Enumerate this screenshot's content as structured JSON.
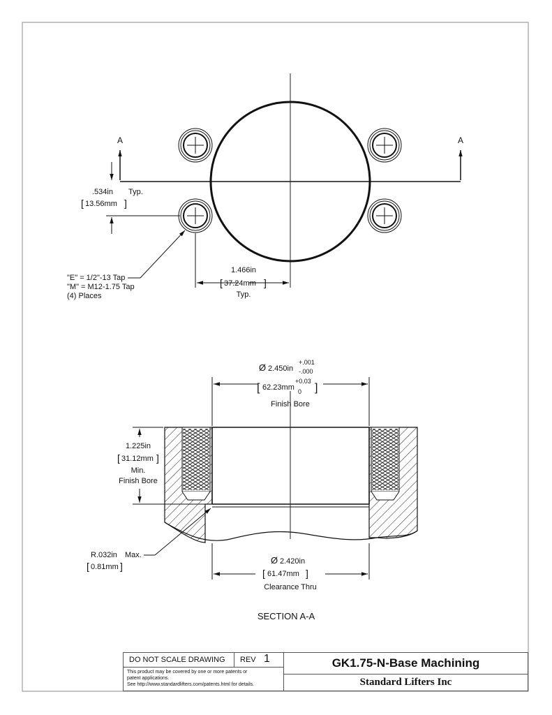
{
  "top_view": {
    "section_marker_left": "A",
    "section_marker_right": "A",
    "offset_in": ".534in",
    "offset_typ": "Typ.",
    "offset_mm": "13.56mm",
    "tap_note_line1": "\"E\" = 1/2\"-13 Tap",
    "tap_note_line2": "\"M\" = M12-1.75 Tap",
    "tap_note_line3": "(4) Places",
    "spacing_in": "1.466in",
    "spacing_mm": "37.24mm",
    "spacing_typ": "Typ."
  },
  "section_view": {
    "bore_dia": "2.450in",
    "bore_tol_plus": "+.001",
    "bore_tol_minus": "-.000",
    "bore_mm": "62.23mm",
    "bore_mm_tol_plus": "+0.03",
    "bore_mm_tol_minus": "0",
    "bore_label": "Finish Bore",
    "depth_in": "1.225in",
    "depth_mm": "31.12mm",
    "depth_label1": "Min.",
    "depth_label2": "Finish Bore",
    "radius_in": "R.032in",
    "radius_max": "Max.",
    "radius_mm": "0.81mm",
    "clear_dia": "2.420in",
    "clear_mm": "61.47mm",
    "clear_label": "Clearance Thru",
    "section_title": "SECTION A-A"
  },
  "title_block": {
    "do_not_scale": "DO NOT SCALE DRAWING",
    "rev_label": "REV",
    "rev_value": "1",
    "part_name": "GK1.75-N-Base Machining",
    "company": "Standard Lifters Inc",
    "patent_line1": "This product may be covered by one or more patents or",
    "patent_line2": "patent applications.",
    "patent_line3": "See http://www.standardlifters.com/patents.html for details."
  }
}
